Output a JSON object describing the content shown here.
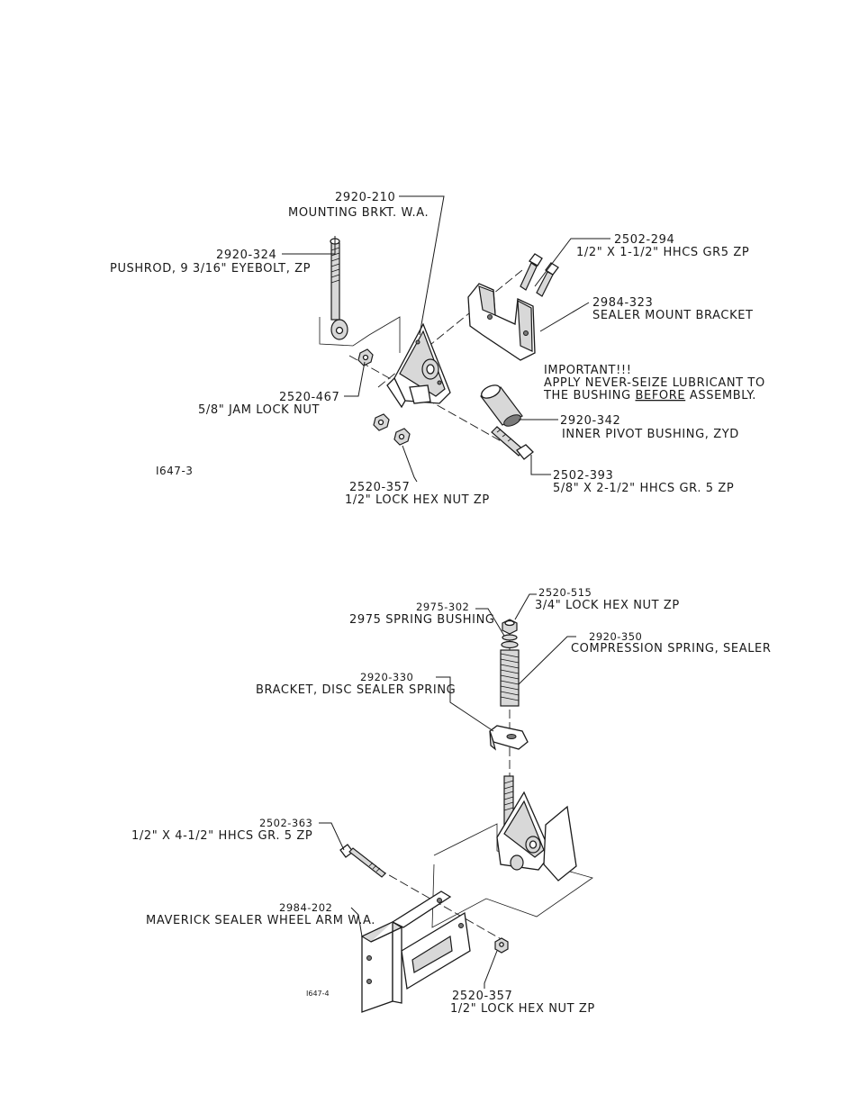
{
  "figure1": {
    "drawing_no": "I647-3",
    "callouts": {
      "mounting_bracket": {
        "part": "2920-210",
        "desc": "MOUNTING BRKT. W.A."
      },
      "pushrod": {
        "part": "2920-324",
        "desc": "PUSHROD, 9 3/16\" EYEBOLT, ZP"
      },
      "hhcs_short": {
        "part": "2502-294",
        "desc": "1/2\" X 1-1/2\" HHCS GR5 ZP"
      },
      "sealer_mount_bracket": {
        "part": "2984-323",
        "desc": "SEALER MOUNT BRACKET"
      },
      "jam_lock_nut": {
        "part": "2520-467",
        "desc": "5/8\" JAM LOCK NUT"
      },
      "inner_pivot_bushing": {
        "part": "2920-342",
        "desc": "INNER PIVOT BUSHING, ZYD"
      },
      "lock_hex_nut": {
        "part": "2520-357",
        "desc": "1/2\" LOCK HEX NUT ZP"
      },
      "hhcs_long": {
        "part": "2502-393",
        "desc": "5/8\" X 2-1/2\" HHCS GR. 5 ZP"
      }
    },
    "note": {
      "line1": "IMPORTANT!!!",
      "line2": "APPLY NEVER-SEIZE LUBRICANT TO",
      "line3_pre": "THE BUSHING ",
      "line3_emph": "BEFORE",
      "line3_post": " ASSEMBLY."
    }
  },
  "figure2": {
    "drawing_no": "I647-4",
    "callouts": {
      "lock_hex_nut_34": {
        "part": "2520-515",
        "desc": "3/4\" LOCK HEX NUT ZP"
      },
      "spring_bushing": {
        "part": "2975-302",
        "desc": "2975 SPRING BUSHING"
      },
      "compression_spring": {
        "part": "2920-350",
        "desc": "COMPRESSION SPRING, SEALER"
      },
      "spring_bracket": {
        "part": "2920-330",
        "desc": "BRACKET, DISC SEALER SPRING"
      },
      "hhcs_4half": {
        "part": "2502-363",
        "desc": "1/2\" X 4-1/2\" HHCS GR. 5 ZP"
      },
      "wheel_arm": {
        "part": "2984-202",
        "desc": "MAVERICK SEALER WHEEL ARM W.A."
      },
      "lock_hex_nut_12": {
        "part": "2520-357",
        "desc": "1/2\" LOCK HEX NUT ZP"
      }
    }
  }
}
